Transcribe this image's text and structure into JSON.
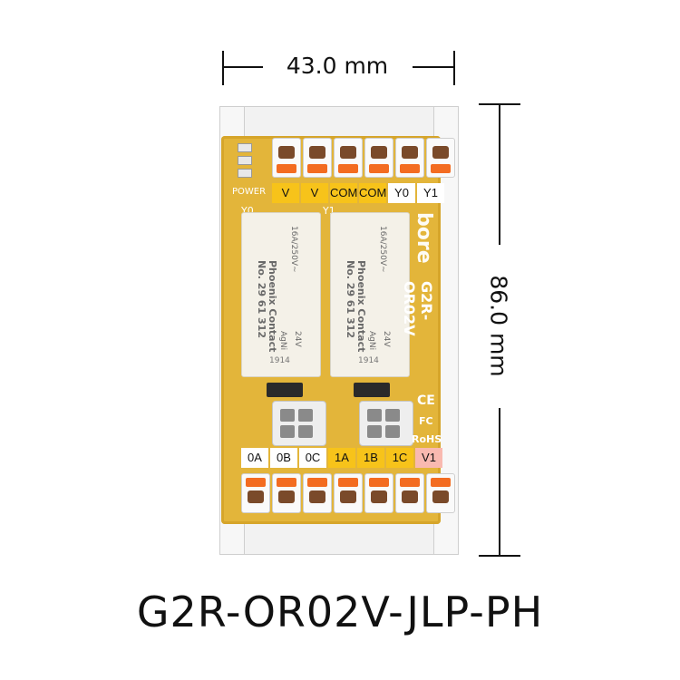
{
  "dimensions": {
    "width_label": "43.0 mm",
    "height_label": "86.0 mm"
  },
  "model_name": "G2R-OR02V-JLP-PH",
  "board": {
    "brand": "bore",
    "model_silkscreen": "G2R-OR02V",
    "power_label": "POWER",
    "ce_mark": "CE",
    "fc_mark": "FC",
    "rohs_mark": "RoHS",
    "relay_marks": [
      "Y0",
      "Y1"
    ],
    "top_terminal_labels": [
      {
        "text": "V",
        "style": "y"
      },
      {
        "text": "V",
        "style": "y"
      },
      {
        "text": "COM",
        "style": "y"
      },
      {
        "text": "COM",
        "style": "y"
      },
      {
        "text": "Y0",
        "style": "w"
      },
      {
        "text": "Y1",
        "style": "w"
      }
    ],
    "bottom_terminal_labels": [
      {
        "text": "0A",
        "style": "w"
      },
      {
        "text": "0B",
        "style": "w"
      },
      {
        "text": "0C",
        "style": "w"
      },
      {
        "text": "1A",
        "style": "y"
      },
      {
        "text": "1B",
        "style": "y"
      },
      {
        "text": "1C",
        "style": "y"
      },
      {
        "text": "V1",
        "style": "p"
      }
    ],
    "relay": {
      "maker": "Phoenix Contact",
      "part_no": "No. 29 61 312",
      "rating": "16A/250V~",
      "coil": "24V",
      "material": "AgNi",
      "date_code": "1914"
    }
  }
}
